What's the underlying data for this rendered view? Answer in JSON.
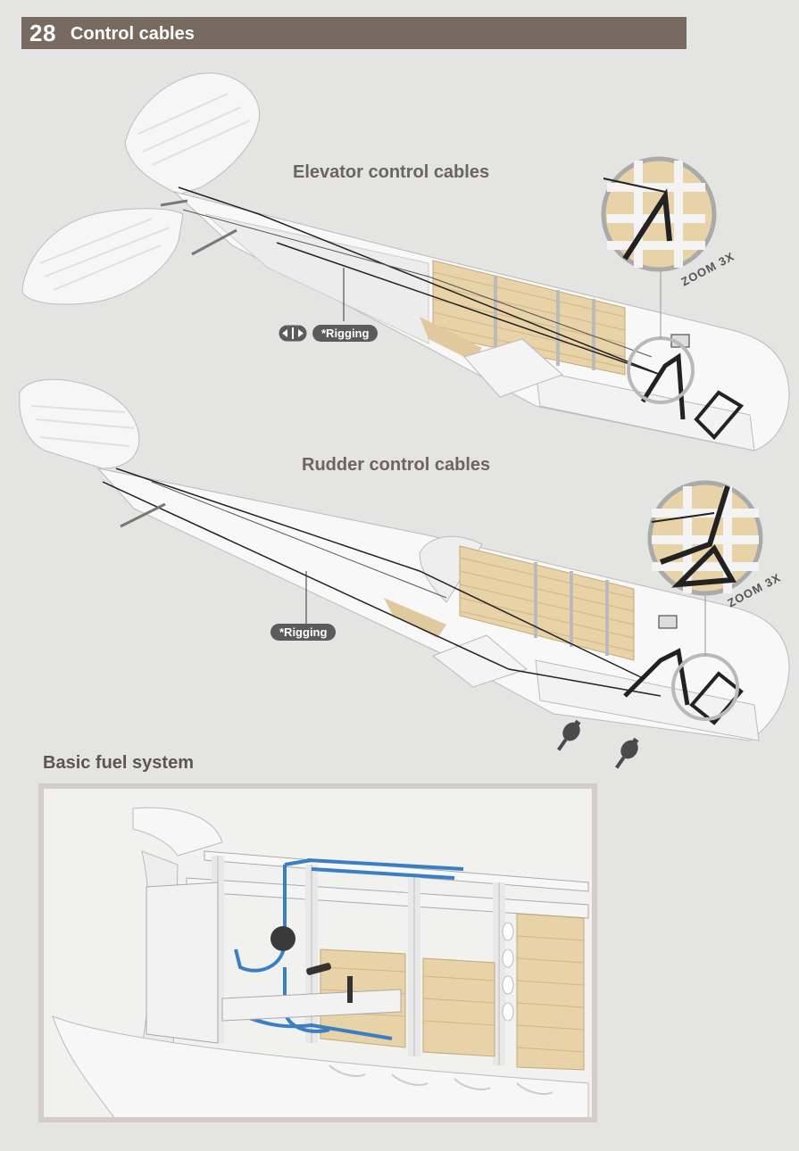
{
  "header": {
    "page_number": "28",
    "title": "Control cables"
  },
  "elevator_section": {
    "title": "Elevator control cables",
    "rigging_label": "*Rigging",
    "zoom_label": "ZOOM 3X"
  },
  "rudder_section": {
    "title": "Rudder control cables",
    "rigging_label": "*Rigging",
    "zoom_label": "ZOOM 3X"
  },
  "fuel_section": {
    "title": "Basic fuel system"
  },
  "icons": [
    "resize-arrows-icon",
    "glue-tube-icon"
  ],
  "colors": {
    "header_bg": "#776b61",
    "page_bg": "#e4e4e2",
    "wood": "#e8d2a8",
    "cable": "#1f1f1f",
    "fuel_line": "#3a7fc0",
    "pill_bg": "#5b5b5b"
  }
}
